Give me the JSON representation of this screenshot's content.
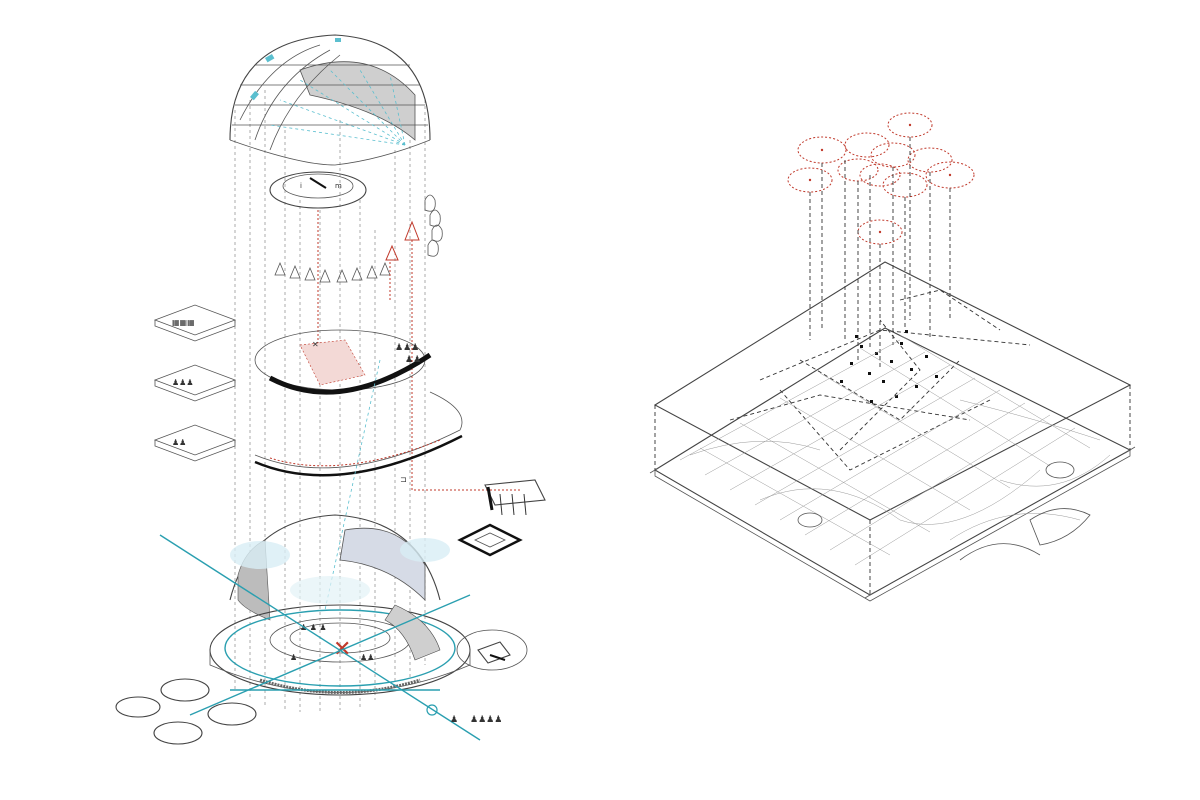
{
  "diagram": {
    "accent_red": "#c0392b",
    "accent_cyan": "#2a9fb0",
    "line_color": "#444444",
    "left_exploded_axonometric": {
      "components": [
        "dome-shell",
        "oculus-disc",
        "lantern-ring",
        "stage-platform",
        "circular-ring",
        "lower-dome",
        "base-plaza",
        "side-pavilion",
        "program-boxes",
        "round-labels"
      ]
    },
    "right_site_axonometric": {
      "components": [
        "floating-dotted-circles",
        "dashed-network-box",
        "city-map-plate"
      ]
    }
  }
}
